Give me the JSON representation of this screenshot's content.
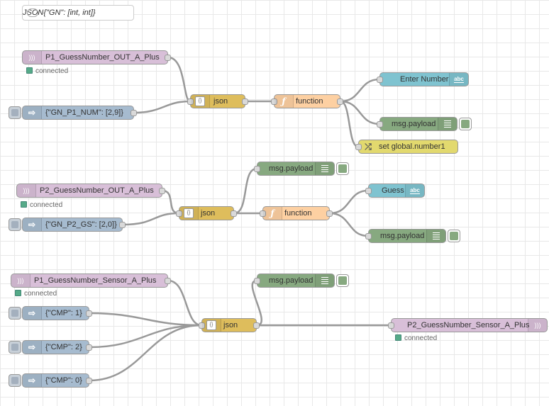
{
  "comment": {
    "text": "JSON{\"GN\": [int, int]}",
    "icon": "comment-icon"
  },
  "flow1": {
    "mqtt_in": "P1_GuessNumber_OUT_A_Plus",
    "mqtt_status": "connected",
    "inject": "{\"GN_P1_NUM\": [2,9]}",
    "json": "json",
    "function": "function",
    "ui_text": "Enter Number",
    "debug": "msg.payload",
    "change": "set global.number1"
  },
  "flow2": {
    "mqtt_in": "P2_GuessNumber_OUT_A_Plus",
    "mqtt_status": "connected",
    "inject": "{\"GN_P2_GS\": [2,0]}",
    "debug_top": "msg.payload",
    "json": "json",
    "function": "function",
    "ui_text": "Guess",
    "debug": "msg.payload"
  },
  "flow3": {
    "mqtt_in": "P1_GuessNumber_Sensor_A_Plus",
    "mqtt_status": "connected",
    "inject1": "{\"CMP\": 1}",
    "inject2": "{\"CMP\": 2}",
    "inject3": "{\"CMP\": 0}",
    "debug": "msg.payload",
    "json": "json",
    "mqtt_out": "P2_GuessNumber_Sensor_A_Plus",
    "mqtt_out_status": "connected"
  },
  "icons": {
    "abc": "abc",
    "function_glyph": "ƒ",
    "json_glyph": "{}"
  },
  "colors": {
    "mqtt": "#d8bfd8",
    "inject": "#a6bbcf",
    "json": "#debd5c",
    "function": "#fdd0a2",
    "debug": "#87a980",
    "ui_text": "#7fc3d0",
    "change": "#e2d96e",
    "status_ok": "#5a8"
  }
}
